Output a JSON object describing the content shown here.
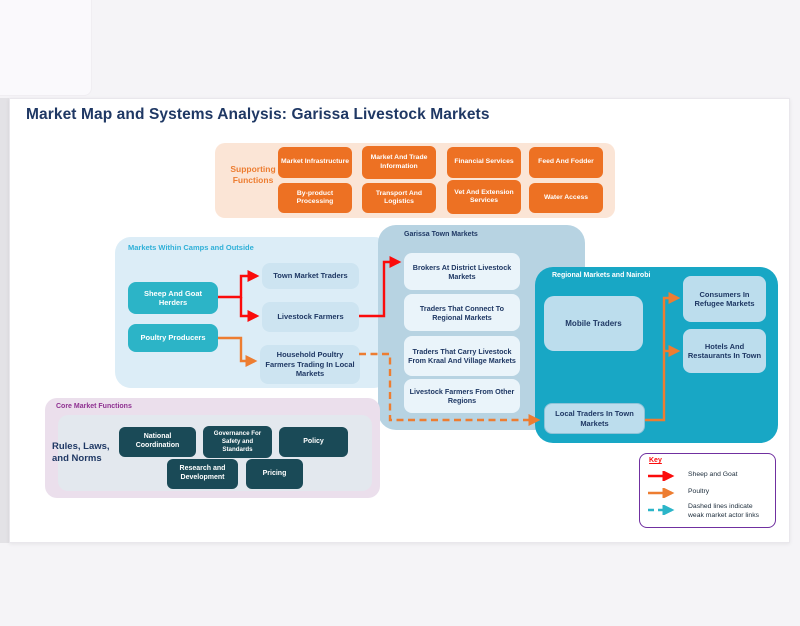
{
  "title": "Market Map and Systems Analysis: Garissa Livestock Markets",
  "supporting": {
    "label": "Supporting Functions",
    "boxes": [
      "Market Infrastructure",
      "Market And Trade Information",
      "Financial Services",
      "Feed And Fodder",
      "By-product Processing",
      "Transport And Logistics",
      "Vet And Extension Services",
      "Water Access"
    ]
  },
  "camps": {
    "label": "Markets Within Camps and Outside",
    "producers": [
      "Sheep And Goat Herders",
      "Poultry Producers"
    ],
    "actors": [
      "Town Market Traders",
      "Livestock Farmers",
      "Household Poultry Farmers Trading In Local Markets"
    ]
  },
  "garissa": {
    "label": "Garissa Town Markets",
    "boxes": [
      "Brokers At District Livestock Markets",
      "Traders That Connect To Regional Markets",
      "Traders That Carry Livestock From Kraal And Village Markets",
      "Livestock Farmers From Other Regions"
    ]
  },
  "regional": {
    "label": "Regional Markets and Nairobi",
    "boxes": [
      "Mobile Traders",
      "Consumers In Refugee Markets",
      "Hotels And Restaurants In Town",
      "Local Traders In Town Markets"
    ]
  },
  "core": {
    "label": "Core Market Functions",
    "rules_label": "Rules, Laws, and Norms",
    "boxes": [
      "National Coordination",
      "Governance For Safety and Standards",
      "Policy",
      "Research and Development",
      "Pricing"
    ]
  },
  "key": {
    "title": "Key",
    "entries": [
      {
        "label": "Sheep and Goat",
        "line": "solid",
        "color": "#fb0b0b"
      },
      {
        "label": "Poultry",
        "line": "solid",
        "color": "#ed7d31"
      },
      {
        "label": "Dashed lines indicate weak market actor links",
        "line": "dashed",
        "color": "#2bb5c8"
      }
    ]
  },
  "colors": {
    "title_text": "#1f3864",
    "sheep_goat_arrow": "#fb0b0b",
    "poultry_arrow": "#ed7d31",
    "weak_link_arrow": "#2bb5c8",
    "supporting_bg": "#fbe5d6",
    "supporting_box": "#ed7123",
    "camps_bg": "#dcedf7",
    "producer_box": "#2cb4c7",
    "actor_box": "#cde4f1",
    "garissa_bg": "#b7d3e2",
    "garissa_box": "#eaf4fa",
    "regional_bg": "#18a7c5",
    "regional_box": "#bcdded",
    "core_bg": "#ebdfec",
    "core_box": "#1a4a57",
    "key_border": "#7030a0"
  }
}
